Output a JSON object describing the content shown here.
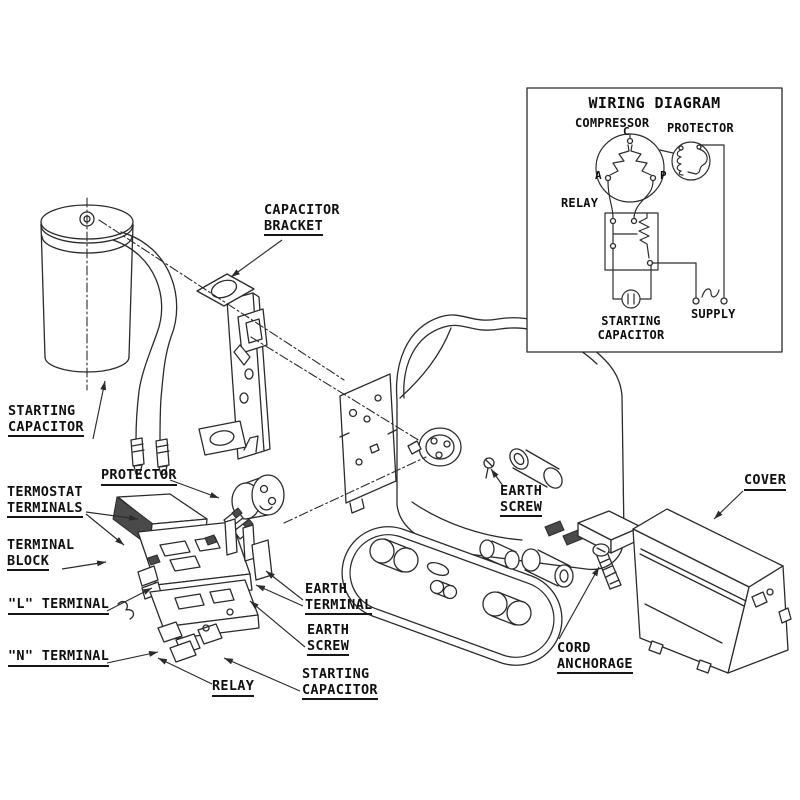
{
  "colors": {
    "background": "#ffffff",
    "line": "#2b2b2b",
    "text": "#101010"
  },
  "part_labels": {
    "starting_capacitor_top": {
      "lines": [
        "STARTING",
        "CAPACITOR"
      ]
    },
    "capacitor_bracket": {
      "lines": [
        "CAPACITOR",
        "BRACKET"
      ]
    },
    "protector": {
      "lines": [
        "PROTECTOR"
      ]
    },
    "termostat_terminals": {
      "lines": [
        "TERMOSTAT",
        "TERMINALS"
      ]
    },
    "terminal_block": {
      "lines": [
        "TERMINAL",
        "BLOCK"
      ]
    },
    "l_terminal": {
      "lines": [
        "\"L\" TERMINAL"
      ]
    },
    "n_terminal": {
      "lines": [
        "\"N\" TERMINAL"
      ]
    },
    "relay": {
      "lines": [
        "RELAY"
      ]
    },
    "earth_terminal": {
      "lines": [
        "EARTH",
        "TERMINAL"
      ]
    },
    "earth_screw_lower": {
      "lines": [
        "EARTH",
        "SCREW"
      ]
    },
    "starting_capacitor_bottom": {
      "lines": [
        "STARTING",
        "CAPACITOR"
      ]
    },
    "earth_screw_upper": {
      "lines": [
        "EARTH",
        "SCREW"
      ]
    },
    "cord_anchorage": {
      "lines": [
        "CORD",
        "ANCHORAGE"
      ]
    },
    "cover": {
      "lines": [
        "COVER"
      ]
    }
  },
  "wiring_diagram": {
    "title": "WIRING DIAGRAM",
    "compressor_label": "COMPRESSOR",
    "protector_label": "PROTECTOR",
    "relay_label": "RELAY",
    "starting_capacitor_label": {
      "lines": [
        "STARTING",
        "CAPACITOR"
      ]
    },
    "supply_label": "SUPPLY",
    "terminals": {
      "c": "C",
      "a": "A",
      "p": "P"
    }
  }
}
